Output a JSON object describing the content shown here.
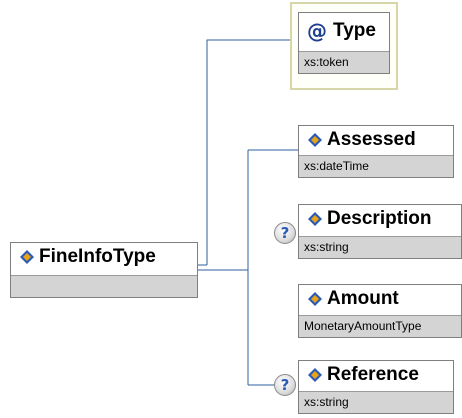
{
  "root": {
    "name": "FineInfoType",
    "icon": "element-icon"
  },
  "attribute": {
    "name": "Type",
    "type": "xs:token",
    "icon": "at-sign-icon",
    "icon_glyph": "@"
  },
  "children": [
    {
      "name": "Assessed",
      "type": "xs:dateTime",
      "icon": "element-icon",
      "optional": false
    },
    {
      "name": "Description",
      "type": "xs:string",
      "icon": "element-icon",
      "optional": true,
      "optional_glyph": "?"
    },
    {
      "name": "Amount",
      "type": "MonetaryAmountType",
      "icon": "element-icon",
      "optional": false
    },
    {
      "name": "Reference",
      "type": "xs:string",
      "icon": "element-icon",
      "optional": true,
      "optional_glyph": "?"
    }
  ],
  "colors": {
    "connector": "#2f5f9f",
    "node_border": "#7f7f7f",
    "type_bar": "#d4d4d4",
    "attribute_frame": "#d6d6a8",
    "icon_blue": "#2a5bb5",
    "icon_gold": "#e8a317"
  }
}
